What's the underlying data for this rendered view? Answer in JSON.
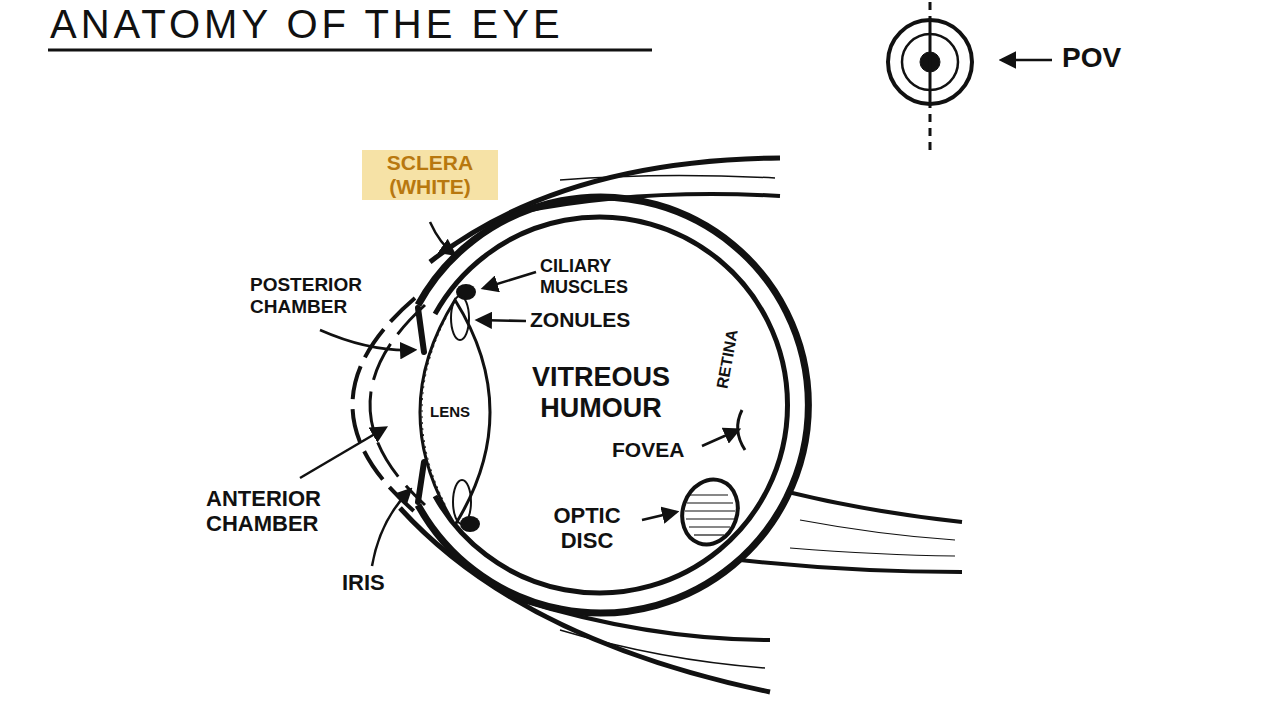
{
  "diagram": {
    "title": "ANATOMY OF THE EYE",
    "labels": [
      "SCLERA (WHITE)",
      "POSTERIOR CHAMBER",
      "CILIARY MUSCLES",
      "ZONULES",
      "LENS",
      "VITREOUS HUMOUR",
      "RETINA",
      "FOVEA",
      "OPTIC DISC",
      "ANTERIOR CHAMBER",
      "IRIS",
      "POV"
    ]
  }
}
